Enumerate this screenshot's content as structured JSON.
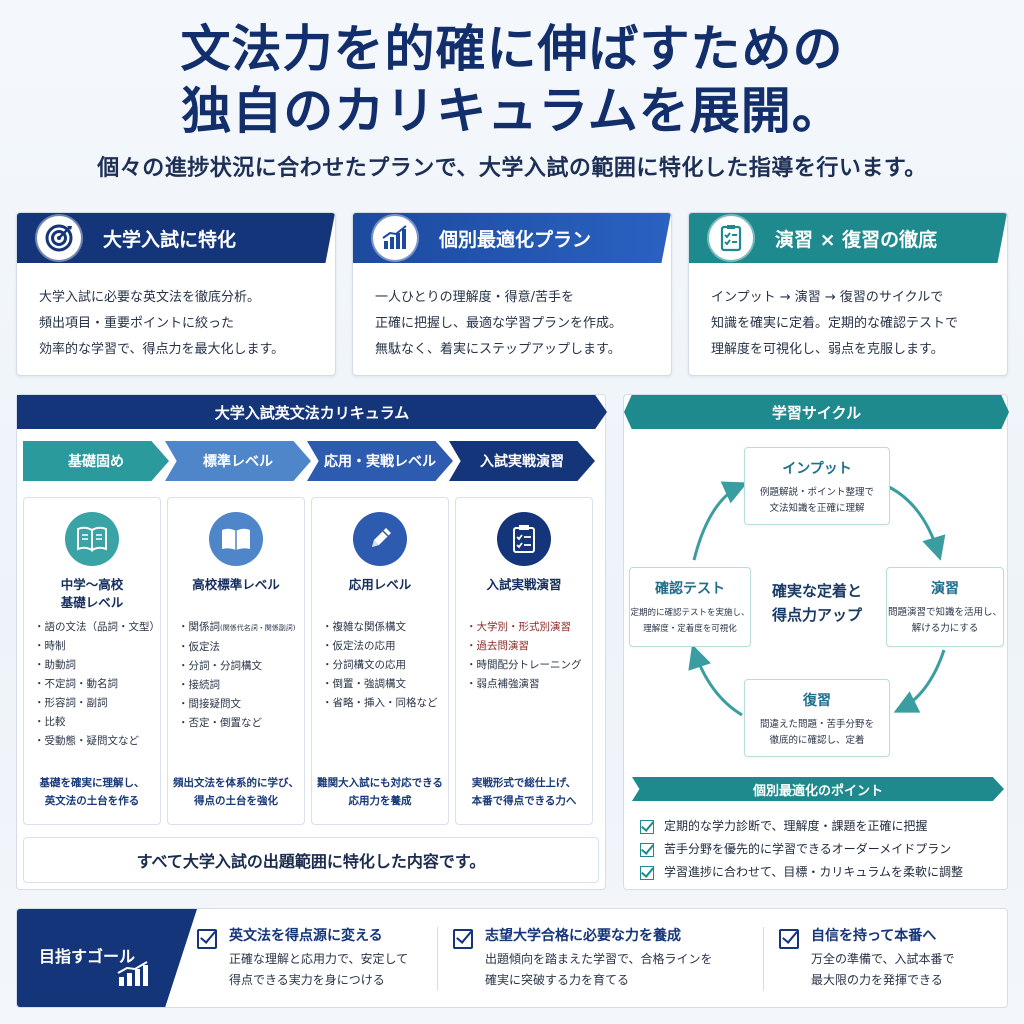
{
  "header": {
    "title_line1": "文法力を的確に伸ばすための",
    "title_line2": "独自のカリキュラムを展開。",
    "subtitle": "個々の進捗状況に合わせたプランで、大学入試の範囲に特化した指導を行います。"
  },
  "features": [
    {
      "title": "大学入試に特化",
      "icon": "target-icon",
      "lines": [
        "大学入試に必要な英文法を徹底分析。",
        "頻出項目・重要ポイントに絞った",
        "効率的な学習で、得点力を最大化します。"
      ]
    },
    {
      "title": "個別最適化プラン",
      "icon": "growth-chart-icon",
      "lines": [
        "一人ひとりの理解度・得意/苦手を",
        "正確に把握し、最適な学習プランを作成。",
        "無駄なく、着実にステップアップします。"
      ]
    },
    {
      "title": "演習 × 復習の徹底",
      "icon": "checklist-icon",
      "lines": [
        "インプット → 演習 → 復習のサイクルで",
        "知識を確実に定着。定期的な確認テストで",
        "理解度を可視化し、弱点を克服します。"
      ]
    }
  ],
  "curriculum": {
    "title": "大学入試英文法カリキュラム",
    "stages": [
      "基礎固め",
      "標準レベル",
      "応用・実戦レベル",
      "入試実戦演習"
    ],
    "columns": [
      {
        "icon": "open-book-icon",
        "level_line1": "中学〜高校",
        "level_line2": "基礎レベル",
        "items": [
          "語の文法（品詞・文型）",
          "時制",
          "助動詞",
          "不定詞・動名詞",
          "形容詞・副詞",
          "比較",
          "受動態・疑問文など"
        ],
        "summary_line1": "基礎を確実に理解し、",
        "summary_line2": "英文法の土台を作る"
      },
      {
        "icon": "book-icon",
        "level_line1": "高校標準レベル",
        "level_line2": "",
        "items": [
          "関係詞",
          "仮定法",
          "分詞・分詞構文",
          "接続詞",
          "間接疑問文",
          "否定・倒置など"
        ],
        "item0_note": "(関係代名詞・関係副詞)",
        "summary_line1": "頻出文法を体系的に学び、",
        "summary_line2": "得点の土台を強化"
      },
      {
        "icon": "pencil-icon",
        "level_line1": "応用レベル",
        "level_line2": "",
        "items": [
          "複雑な関係構文",
          "仮定法の応用",
          "分詞構文の応用",
          "倒置・強調構文",
          "省略・挿入・同格など"
        ],
        "summary_line1": "難関大入試にも対応できる",
        "summary_line2": "応用力を養成"
      },
      {
        "icon": "clipboard-icon",
        "level_line1": "入試実戦演習",
        "level_line2": "",
        "items": [
          "大学別・形式別演習",
          "過去問演習",
          "時間配分トレーニング",
          "弱点補強演習"
        ],
        "summary_line1": "実戦形式で総仕上げ、",
        "summary_line2": "本番で得点できる力へ"
      }
    ],
    "footer": "すべて大学入試の出題範囲に特化した内容です。"
  },
  "cycle": {
    "title": "学習サイクル",
    "center_line1": "確実な定着と",
    "center_line2": "得点力アップ",
    "nodes": {
      "input": {
        "title": "インプット",
        "line1": "例題解説・ポイント整理で",
        "line2": "文法知識を正確に理解"
      },
      "practice": {
        "title": "演習",
        "line1": "問題演習で知識を活用し、",
        "line2": "解ける力にする"
      },
      "review": {
        "title": "復習",
        "line1": "間違えた問題・苦手分野を",
        "line2": "徹底的に確認し、定着"
      },
      "test": {
        "title": "確認テスト",
        "line1": "定期的に確認テストを実施し、",
        "line2": "理解度・定着度を可視化"
      }
    },
    "points_title": "個別最適化のポイント",
    "points": [
      "定期的な学力診断で、理解度・課題を正確に把握",
      "苦手分野を優先的に学習できるオーダーメイドプラン",
      "学習進捗に合わせて、目標・カリキュラムを柔軟に調整"
    ]
  },
  "goal": {
    "label": "目指すゴール",
    "items": [
      {
        "title": "英文法を得点源に変える",
        "line1": "正確な理解と応用力で、安定して",
        "line2": "得点できる実力を身につける"
      },
      {
        "title": "志望大学合格に必要な力を養成",
        "line1": "出題傾向を踏まえた学習で、合格ラインを",
        "line2": "確実に突破する力を育てる"
      },
      {
        "title": "自信を持って本番へ",
        "line1": "万全の準備で、入試本番で",
        "line2": "最大限の力を発揮できる"
      }
    ]
  },
  "colors": {
    "navy": "#15357a",
    "blue": "#2a62c2",
    "teal": "#1f8a8e",
    "light_teal": "#5fb1b3"
  }
}
